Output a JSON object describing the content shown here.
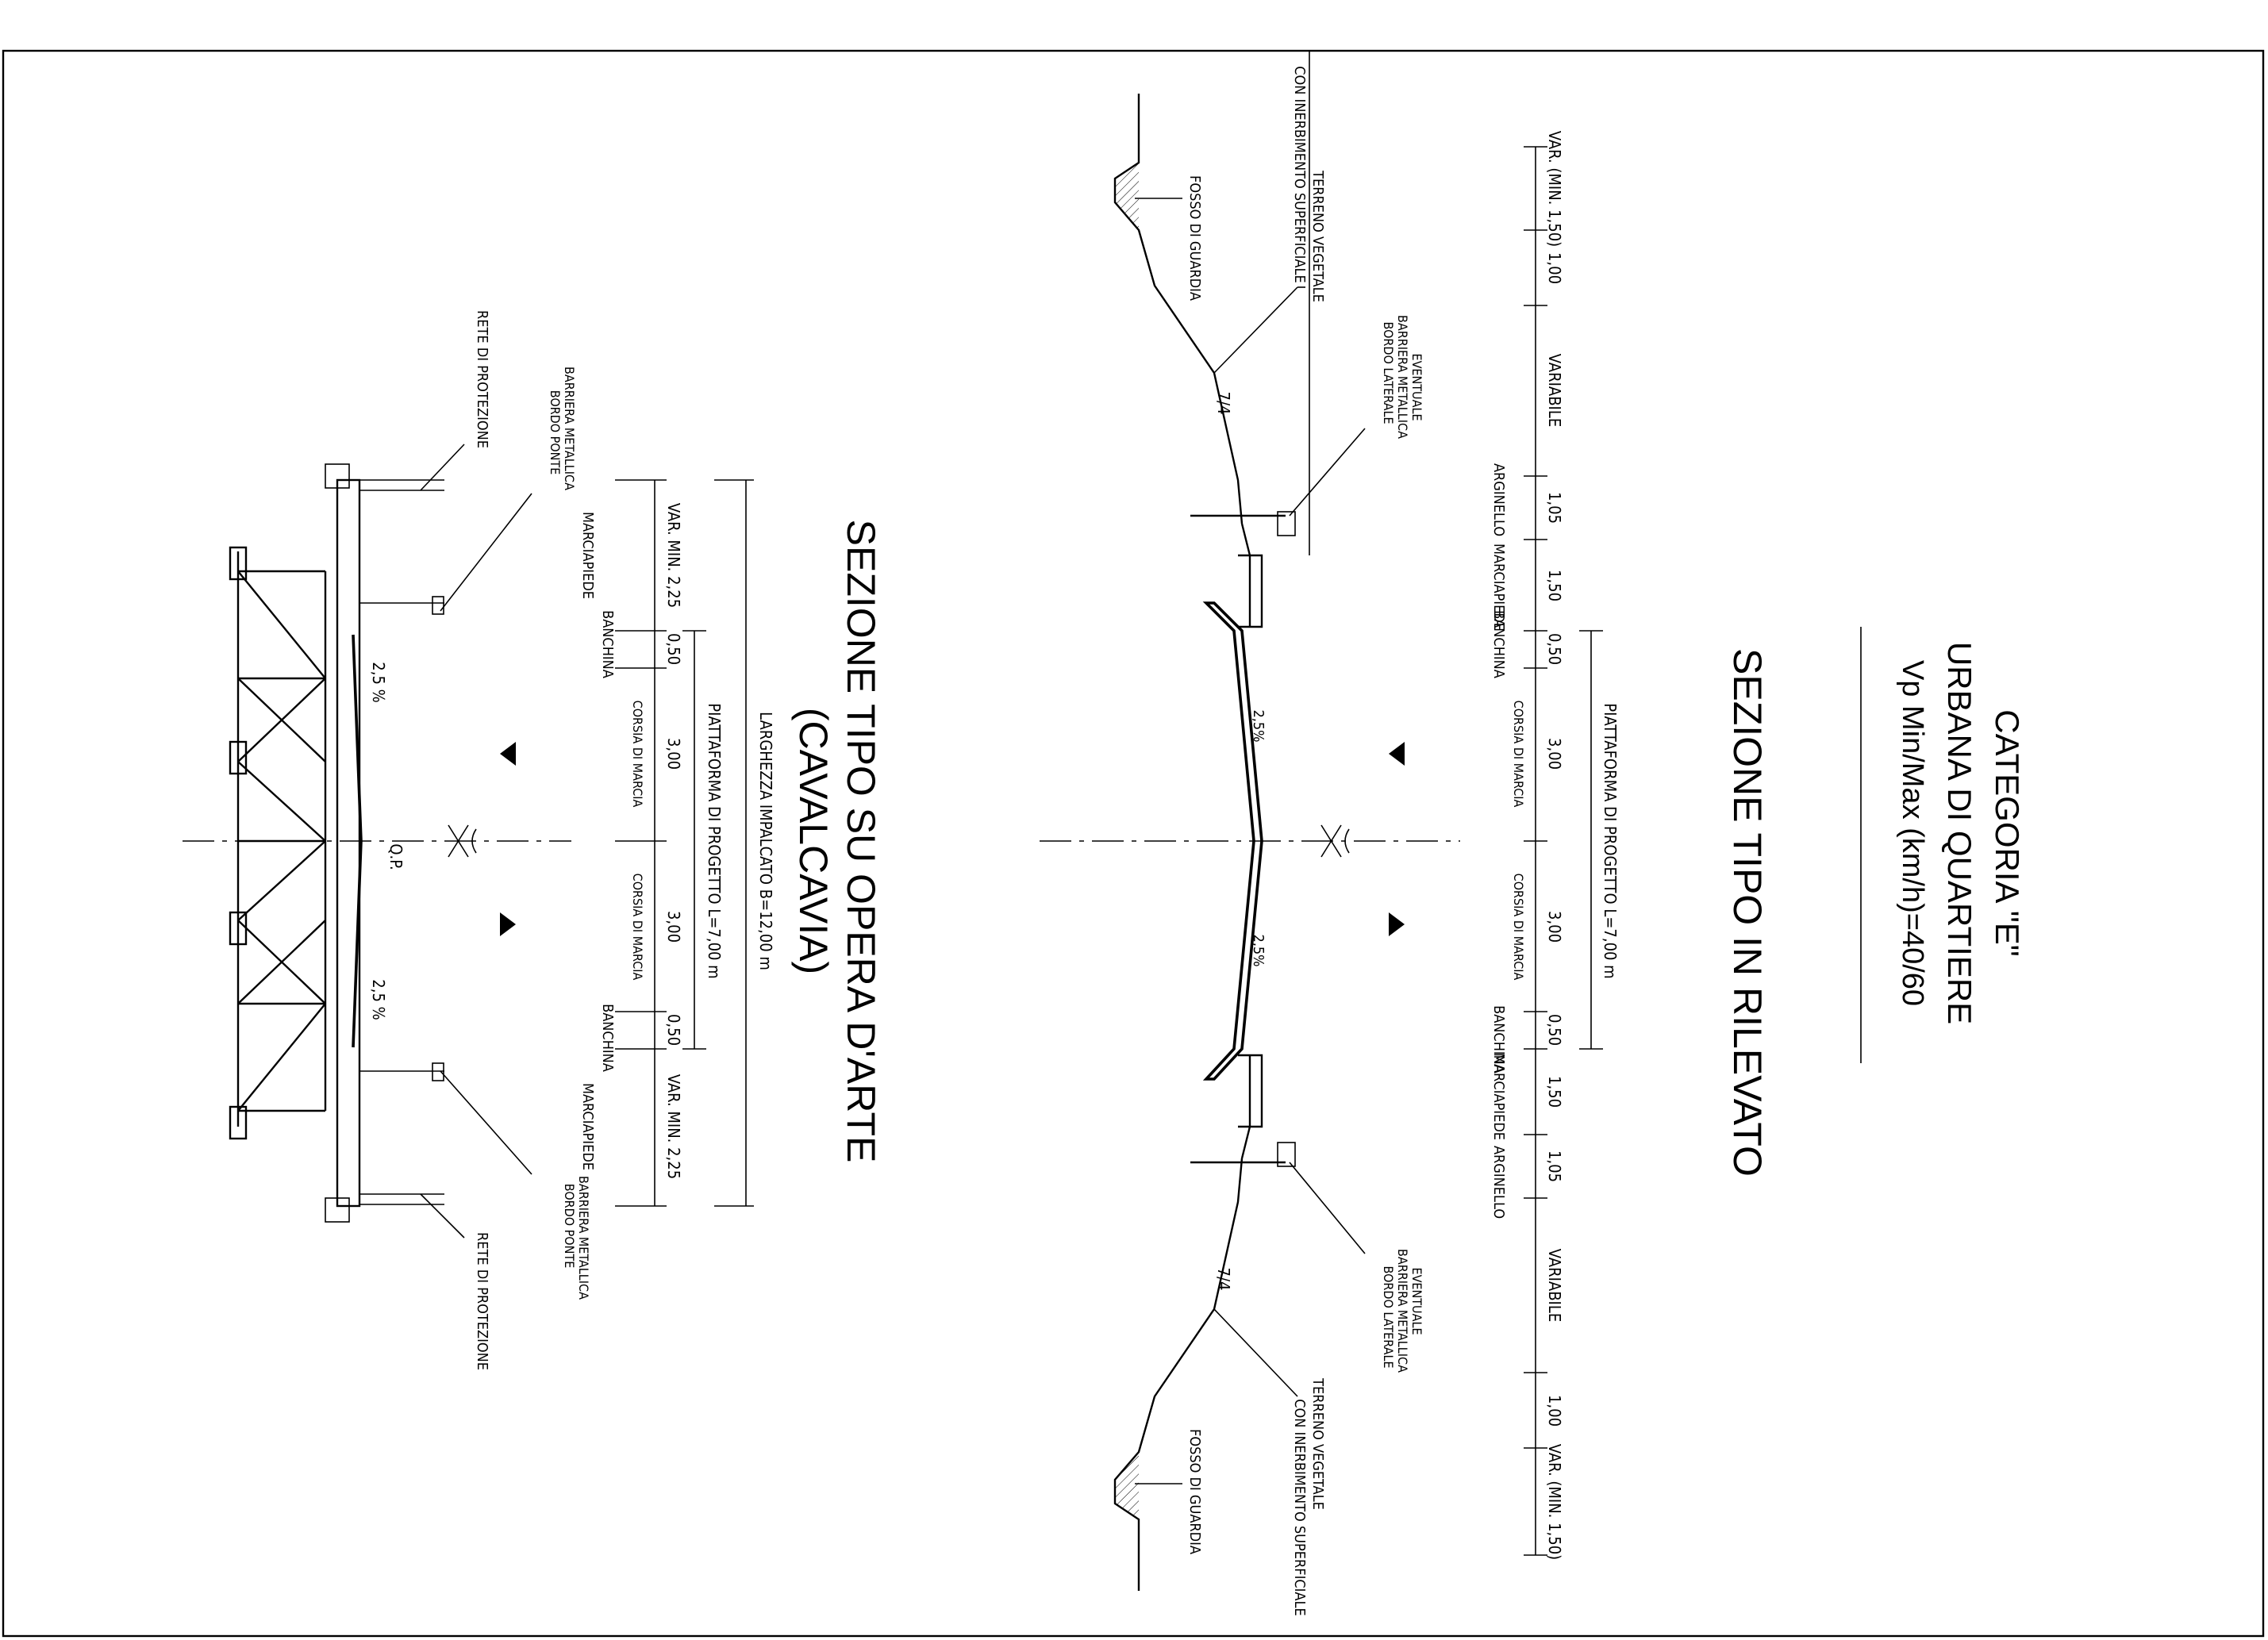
{
  "category": {
    "line1": "CATEGORIA \"E\"",
    "line2": "URBANA DI QUARTIERE",
    "line3": "Vp Min/Max (km/h)=40/60"
  },
  "section_embankment": {
    "title": "SEZIONE TIPO IN RILEVATO",
    "dims": [
      "VAR. (MIN. 1,50)",
      "1,00",
      "VARIABILE",
      "1,05",
      "1,50",
      "0,50",
      "3,00",
      "3,00",
      "0,50",
      "1,50",
      "1,05",
      "VARIABILE",
      "1,00",
      "VAR. (MIN. 1,50)"
    ],
    "dim_labels": [
      "ARGINELLO",
      "MARCIAPIEDE",
      "BANCHINA",
      "CORSIA DI MARCIA",
      "CORSIA DI MARCIA",
      "BANCHINA",
      "MARCIAPIEDE",
      "ARGINELLO"
    ],
    "platform": "PIATTAFORMA DI PROGETTO L=7,00 m",
    "slope_left": "2,5%",
    "slope_right": "2,5%",
    "bank_slope_top": "7/4",
    "bank_slope_bottom": "7/4",
    "note_terrain_top": [
      "TERRENO VEGETALE",
      "CON INERBIMENTO SUPERFICIALE"
    ],
    "note_ditch_top": "FOSSO DI GUARDIA",
    "note_barrier_top": [
      "EVENTUALE",
      "BARRIERA METALLICA",
      "BORDO LATERALE"
    ],
    "note_terrain_bottom": [
      "TERRENO VEGETALE",
      "CON INERBIMENTO SUPERFICIALE"
    ],
    "note_ditch_bottom": "FOSSO DI GUARDIA",
    "note_barrier_bottom": [
      "EVENTUALE",
      "BARRIERA METALLICA",
      "BORDO LATERALE"
    ]
  },
  "section_bridge": {
    "title_line1": "SEZIONE TIPO SU OPERA D'ARTE",
    "title_line2": "(CAVALCAVIA)",
    "deck_width": "LARGHEZZA IMPALCATO B=12,00 m",
    "platform": "PIATTAFORMA DI PROGETTO L=7,00 m",
    "dims": [
      "VAR. MIN. 2,25",
      "0,50",
      "3,00",
      "3,00",
      "0,50",
      "VAR. MIN. 2,25"
    ],
    "dim_labels": [
      "MARCIAPIEDE",
      "BANCHINA",
      "CORSIA DI MARCIA",
      "CORSIA DI MARCIA",
      "BANCHINA",
      "MARCIAPIEDE"
    ],
    "slope_left": "2,5 %",
    "slope_right": "2,5 %",
    "axis_label": "Q.P.",
    "note_net_top": "RETE DI PROTEZIONE",
    "note_barrier_top": [
      "BARRIERA METALLICA",
      "BORDO PONTE"
    ],
    "note_net_bottom": "RETE DI PROTEZIONE",
    "note_barrier_bottom": [
      "BARRIERA METALLICA",
      "BORDO PONTE"
    ]
  }
}
